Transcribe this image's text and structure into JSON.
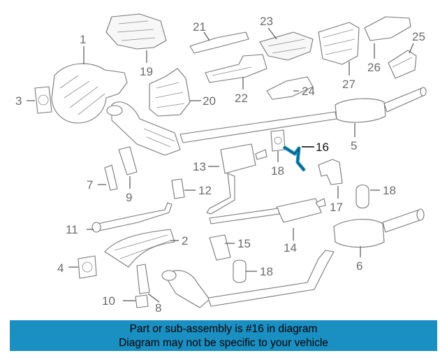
{
  "diagram": {
    "highlight_color": "#1a8fc2",
    "highlight_part": "16",
    "callouts": [
      "1",
      "2",
      "3",
      "4",
      "5",
      "6",
      "7",
      "8",
      "9",
      "10",
      "11",
      "12",
      "13",
      "14",
      "15",
      "16",
      "17",
      "18",
      "18",
      "18",
      "19",
      "20",
      "21",
      "22",
      "23",
      "24",
      "25",
      "26",
      "27"
    ]
  },
  "banner": {
    "line1": "Part or sub-assembly is #16 in diagram",
    "line2": "Diagram may not be specific to your vehicle",
    "background": "#1a8fc2"
  }
}
